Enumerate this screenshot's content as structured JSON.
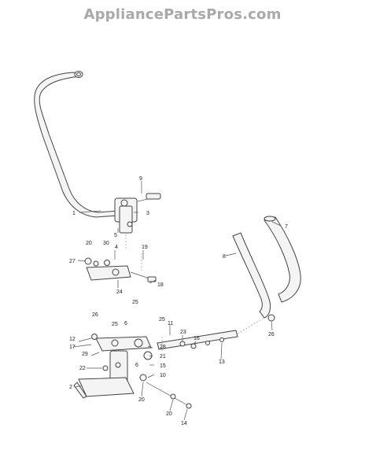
{
  "watermark": "AppliancePartsPros.com",
  "callouts": {
    "c1": "1",
    "c2": "2",
    "c3": "3",
    "c4": "4",
    "c5": "5",
    "c6": "6",
    "c7": "7",
    "c8": "8",
    "c9": "9",
    "c10": "10",
    "c11": "11",
    "c12": "12",
    "c13": "13",
    "c14": "14",
    "c15": "15",
    "c16": "16",
    "c17": "17",
    "c18": "18",
    "c19": "19",
    "c20": "20",
    "c21": "21",
    "c22": "22",
    "c23": "23",
    "c24": "24",
    "c25": "25",
    "c26": "26",
    "c27": "27",
    "c28": "28",
    "c29": "29",
    "c30": "30"
  }
}
